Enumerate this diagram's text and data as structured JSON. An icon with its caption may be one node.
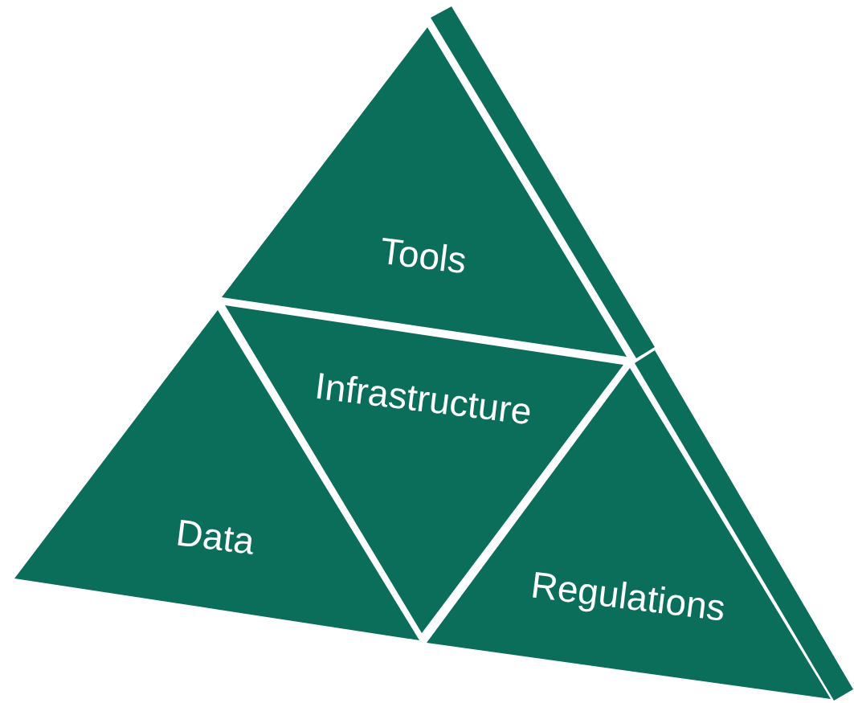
{
  "diagram": {
    "nodes": [
      {
        "text": [
          "Tools"
        ]
      },
      {
        "text": [
          "Infrastructure"
        ]
      },
      {
        "text": [
          "Data"
        ]
      },
      {
        "text": [
          "Regulations"
        ]
      }
    ]
  }
}
